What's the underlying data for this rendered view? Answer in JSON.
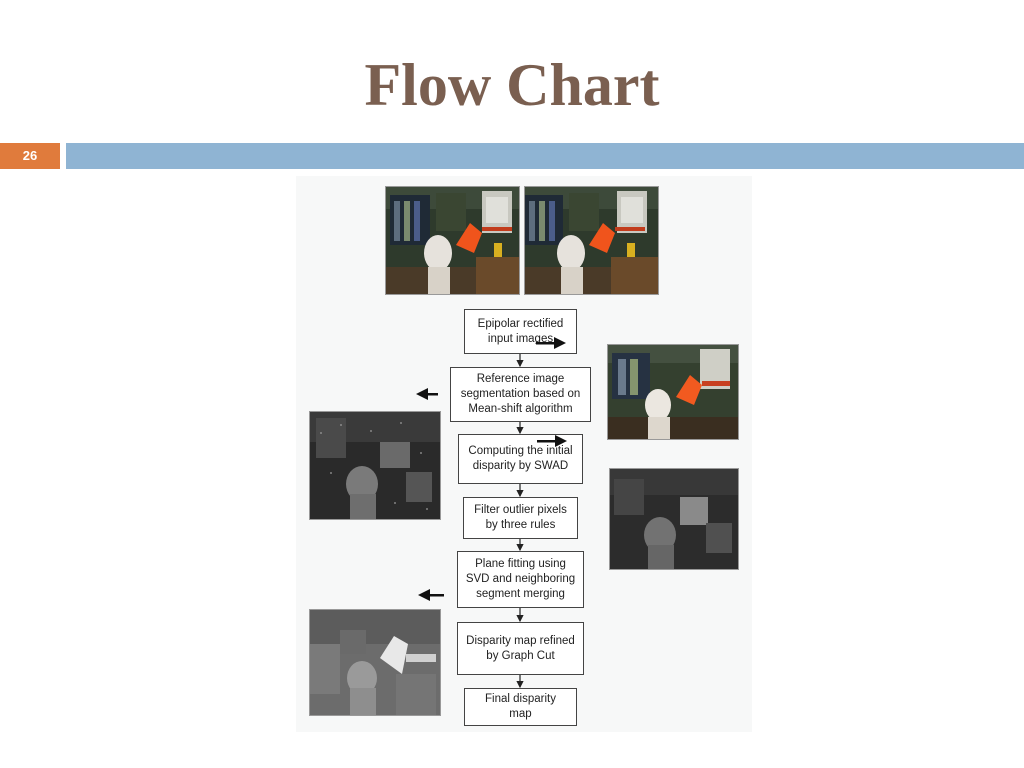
{
  "slide": {
    "title": "Flow Chart",
    "number": "26"
  },
  "flowchart": {
    "steps": [
      "Epipolar rectified\ninput images",
      "Reference image\nsegmentation based on\nMean-shift algorithm",
      "Computing the initial\ndisparity by SWAD",
      "Filter outlier pixels\nby three rules",
      "Plane fitting using\nSVD and neighboring\nsegment merging",
      "Disparity map refined\nby Graph Cut",
      "Final disparity\nmap"
    ]
  },
  "images": {
    "input_left": "stereo-input-left",
    "input_right": "stereo-input-right",
    "segmented": "segmentation-result",
    "initial_disparity": "initial-disparity-map",
    "filtered_disparity": "filtered-disparity-map",
    "final_disparity": "plane-fitted-disparity-map"
  },
  "colors": {
    "title": "#7a5f50",
    "slide_number_bg": "#e07b3c",
    "header_bar": "#8fb4d3"
  }
}
